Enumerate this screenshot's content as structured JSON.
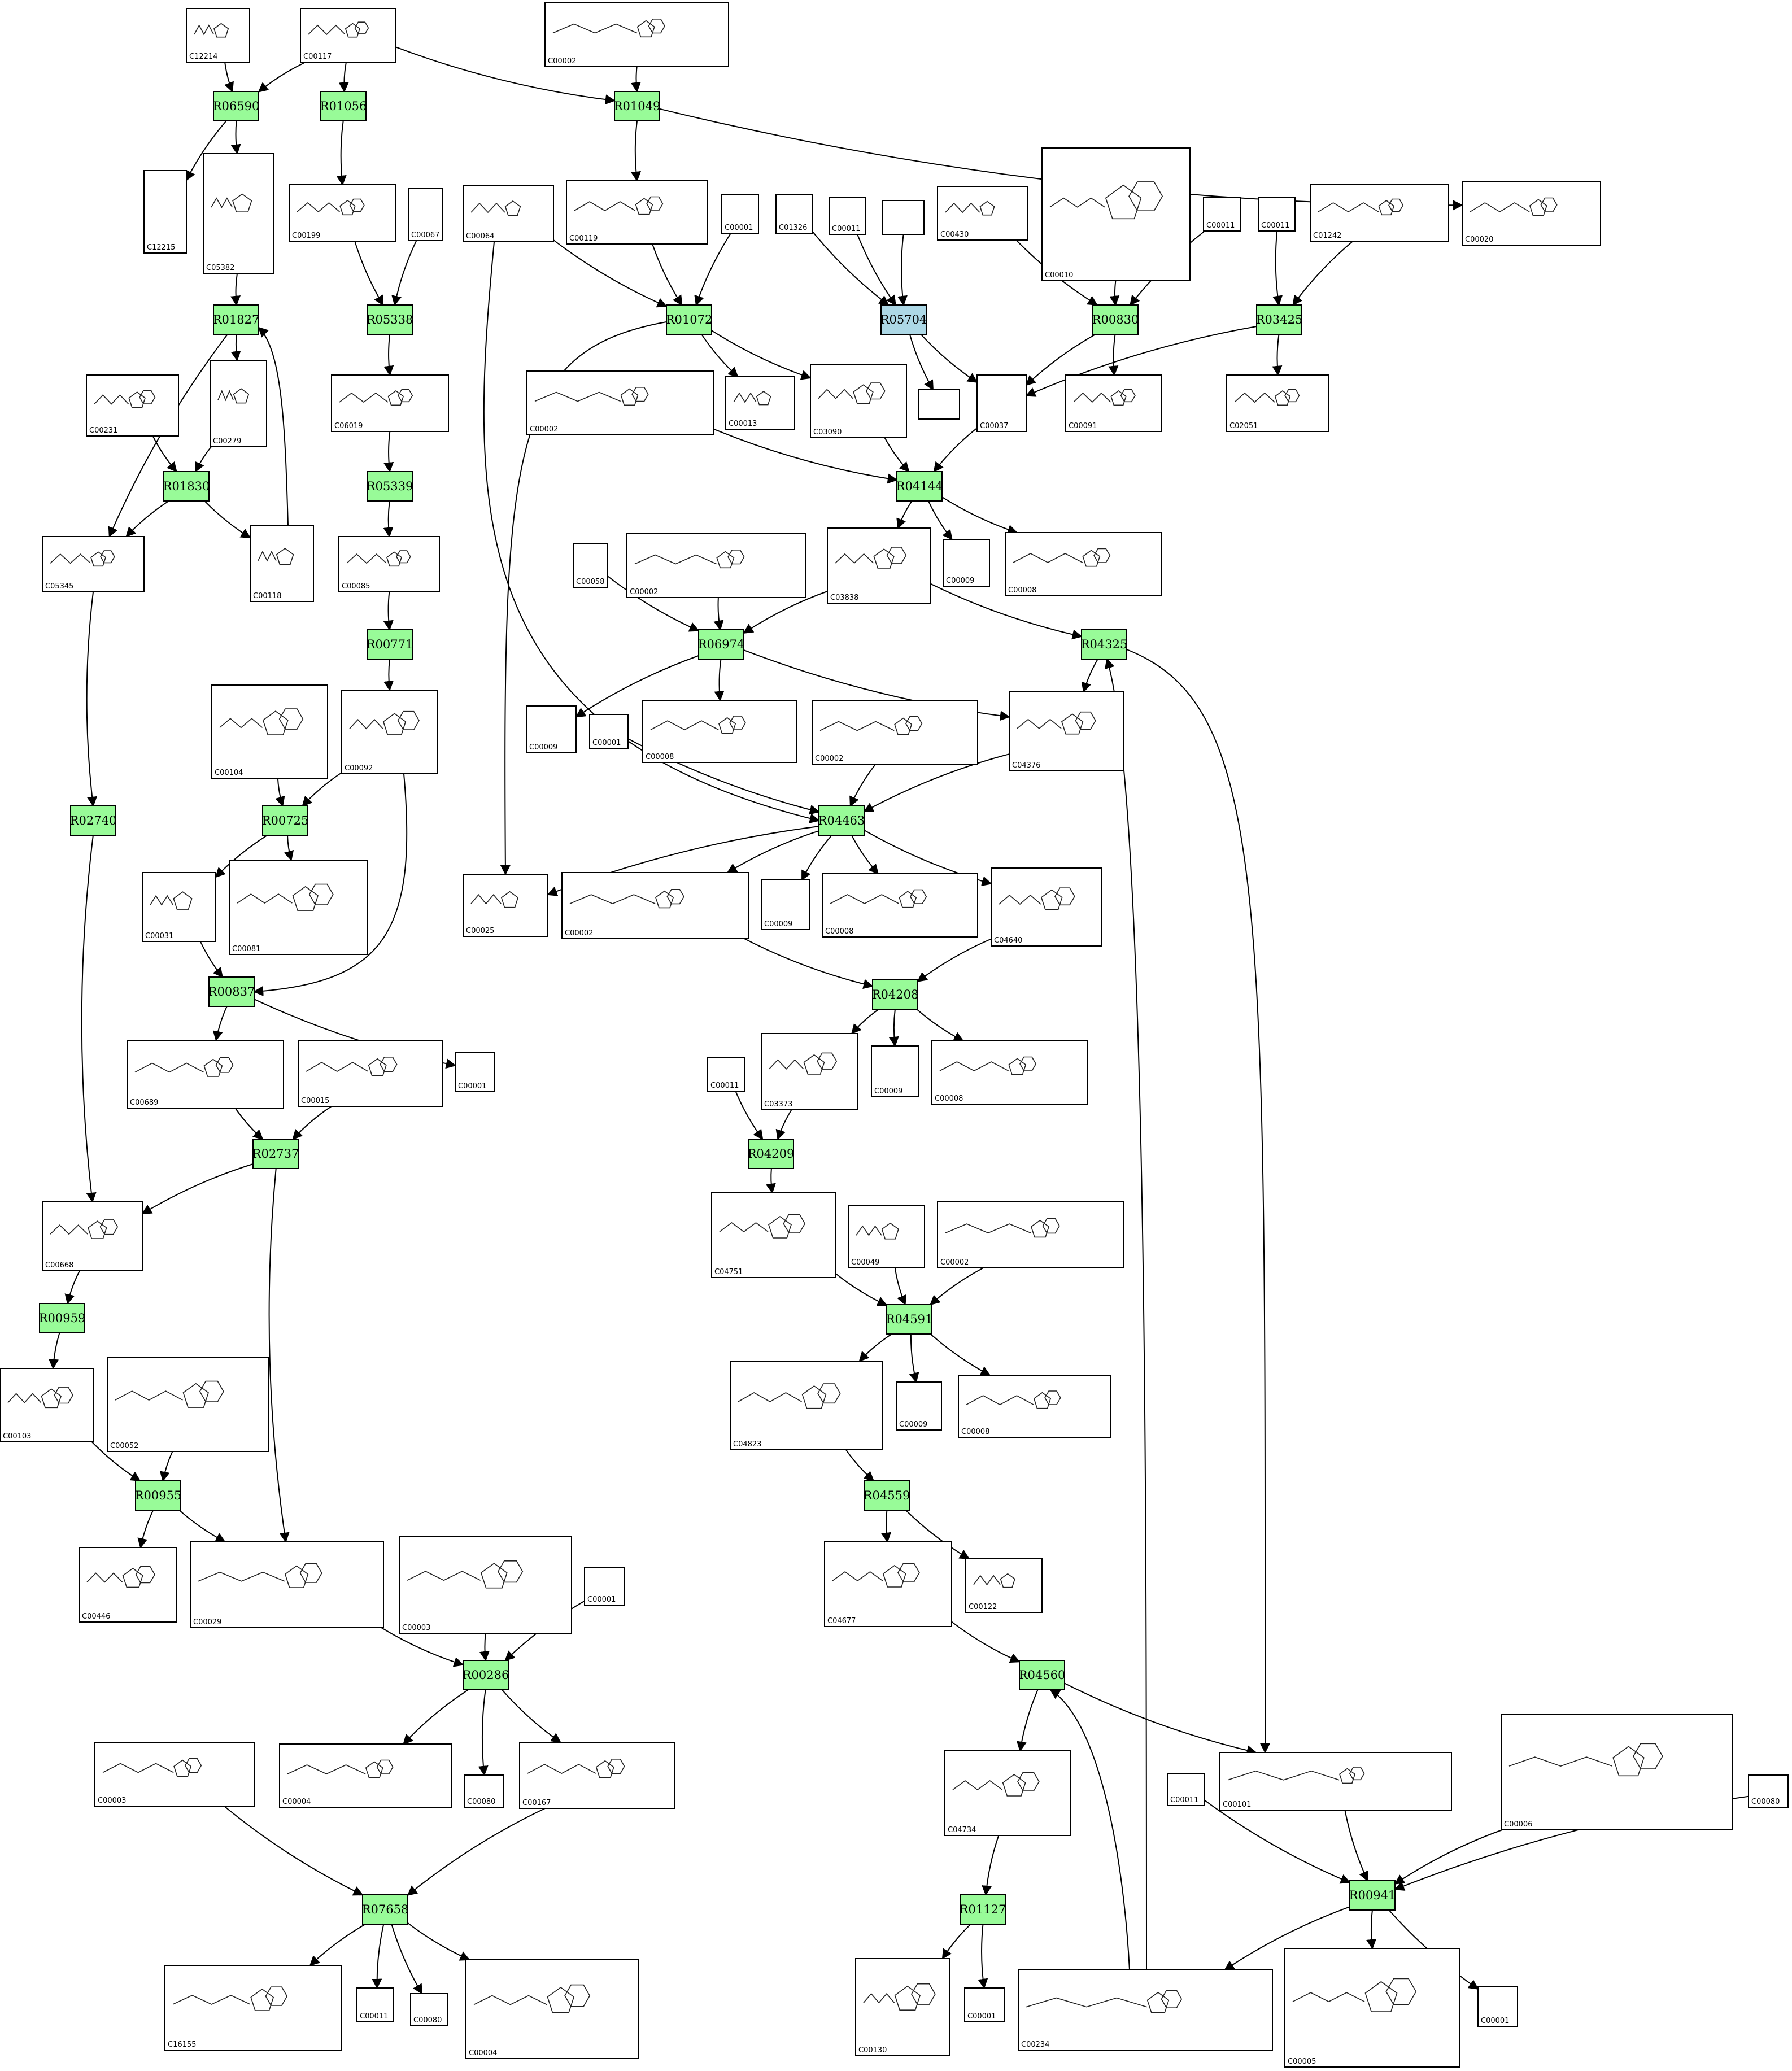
{
  "colors": {
    "reaction": "#98FB98",
    "reaction_special": "#ADD8E6",
    "box_border": "#000000"
  },
  "compounds": [
    {
      "id": "c1",
      "label": "C12214"
    },
    {
      "id": "c2",
      "label": "C00117"
    },
    {
      "id": "c3",
      "label": "C00002"
    },
    {
      "id": "c4",
      "label": "C12215"
    },
    {
      "id": "c5",
      "label": "C05382"
    },
    {
      "id": "c6",
      "label": "C00199"
    },
    {
      "id": "c7",
      "label": "C00067"
    },
    {
      "id": "c8",
      "label": "C00064"
    },
    {
      "id": "c9",
      "label": "C00119"
    },
    {
      "id": "c10",
      "label": "C00001"
    },
    {
      "id": "c11",
      "label": "C01326"
    },
    {
      "id": "c12",
      "label": "C00011"
    },
    {
      "id": "c13",
      "label": ""
    },
    {
      "id": "c14",
      "label": "C00430"
    },
    {
      "id": "c15",
      "label": "C00010"
    },
    {
      "id": "c16",
      "label": "C00011"
    },
    {
      "id": "c17",
      "label": "C00011"
    },
    {
      "id": "c18",
      "label": "C01242"
    },
    {
      "id": "c19",
      "label": "C00020"
    },
    {
      "id": "c20",
      "label": "C00231"
    },
    {
      "id": "c21",
      "label": "C00279"
    },
    {
      "id": "c22",
      "label": "C06019"
    },
    {
      "id": "c23",
      "label": "C00002"
    },
    {
      "id": "c24",
      "label": "C00013"
    },
    {
      "id": "c25",
      "label": "C03090"
    },
    {
      "id": "c26",
      "label": ""
    },
    {
      "id": "c27",
      "label": "C00037"
    },
    {
      "id": "c28",
      "label": "C00091"
    },
    {
      "id": "c29",
      "label": "C02051"
    },
    {
      "id": "c30",
      "label": "C05345"
    },
    {
      "id": "c31",
      "label": "C00118"
    },
    {
      "id": "c32",
      "label": "C00085"
    },
    {
      "id": "c33",
      "label": "C00058"
    },
    {
      "id": "c34",
      "label": "C00002"
    },
    {
      "id": "c35",
      "label": "C03838"
    },
    {
      "id": "c36",
      "label": "C00009"
    },
    {
      "id": "c37",
      "label": "C00008"
    },
    {
      "id": "c38",
      "label": "C00104"
    },
    {
      "id": "c39",
      "label": "C00092"
    },
    {
      "id": "c40",
      "label": "C00009"
    },
    {
      "id": "c41",
      "label": "C00001"
    },
    {
      "id": "c42",
      "label": "C00008"
    },
    {
      "id": "c43",
      "label": "C00002"
    },
    {
      "id": "c44",
      "label": "C04376"
    },
    {
      "id": "c45",
      "label": "C00031"
    },
    {
      "id": "c46",
      "label": "C00081"
    },
    {
      "id": "c47",
      "label": "C00025"
    },
    {
      "id": "c48",
      "label": "C00002"
    },
    {
      "id": "c49",
      "label": "C00009"
    },
    {
      "id": "c50",
      "label": "C00008"
    },
    {
      "id": "c51",
      "label": "C04640"
    },
    {
      "id": "c52",
      "label": "C00689"
    },
    {
      "id": "c53",
      "label": "C00015"
    },
    {
      "id": "c54",
      "label": "C00001"
    },
    {
      "id": "c55",
      "label": "C00011"
    },
    {
      "id": "c56",
      "label": "C03373"
    },
    {
      "id": "c57",
      "label": "C00009"
    },
    {
      "id": "c58",
      "label": "C00008"
    },
    {
      "id": "c59",
      "label": "C00668"
    },
    {
      "id": "c60",
      "label": "C04751"
    },
    {
      "id": "c61",
      "label": "C00049"
    },
    {
      "id": "c62",
      "label": "C00002"
    },
    {
      "id": "c63",
      "label": "C00103"
    },
    {
      "id": "c64",
      "label": "C00052"
    },
    {
      "id": "c65",
      "label": "C04823"
    },
    {
      "id": "c66",
      "label": "C00009"
    },
    {
      "id": "c67",
      "label": "C00008"
    },
    {
      "id": "c68",
      "label": "C00446"
    },
    {
      "id": "c69",
      "label": "C00029"
    },
    {
      "id": "c70",
      "label": "C00003"
    },
    {
      "id": "c71",
      "label": "C00001"
    },
    {
      "id": "c72",
      "label": "C04677"
    },
    {
      "id": "c73",
      "label": "C00122"
    },
    {
      "id": "c74",
      "label": "C00003"
    },
    {
      "id": "c75",
      "label": "C00004"
    },
    {
      "id": "c76",
      "label": "C00080"
    },
    {
      "id": "c77",
      "label": "C00167"
    },
    {
      "id": "c78",
      "label": "C04734"
    },
    {
      "id": "c79",
      "label": "C00011"
    },
    {
      "id": "c80",
      "label": "C00101"
    },
    {
      "id": "c81",
      "label": "C00006"
    },
    {
      "id": "c82",
      "label": "C00080"
    },
    {
      "id": "c83",
      "label": "C16155"
    },
    {
      "id": "c84",
      "label": "C00011"
    },
    {
      "id": "c85",
      "label": "C00080"
    },
    {
      "id": "c86",
      "label": "C00004"
    },
    {
      "id": "c87",
      "label": "C00130"
    },
    {
      "id": "c88",
      "label": "C00001"
    },
    {
      "id": "c89",
      "label": "C00234"
    },
    {
      "id": "c90",
      "label": "C00005"
    },
    {
      "id": "c91",
      "label": "C00001"
    }
  ],
  "reactions": [
    {
      "id": "r1",
      "label": "R06590",
      "special": false
    },
    {
      "id": "r2",
      "label": "R01056",
      "special": false
    },
    {
      "id": "r3",
      "label": "R01049",
      "special": false
    },
    {
      "id": "r4",
      "label": "R01827",
      "special": false
    },
    {
      "id": "r5",
      "label": "R05338",
      "special": false
    },
    {
      "id": "r6",
      "label": "R01072",
      "special": false
    },
    {
      "id": "r7",
      "label": "R05704",
      "special": true
    },
    {
      "id": "r8",
      "label": "R00830",
      "special": false
    },
    {
      "id": "r9",
      "label": "R03425",
      "special": false
    },
    {
      "id": "r10",
      "label": "R01830",
      "special": false
    },
    {
      "id": "r11",
      "label": "R05339",
      "special": false
    },
    {
      "id": "r12",
      "label": "R04144",
      "special": false
    },
    {
      "id": "r13",
      "label": "R00771",
      "special": false
    },
    {
      "id": "r14",
      "label": "R06974",
      "special": false
    },
    {
      "id": "r15",
      "label": "R04325",
      "special": false
    },
    {
      "id": "r16",
      "label": "R02740",
      "special": false
    },
    {
      "id": "r17",
      "label": "R00725",
      "special": false
    },
    {
      "id": "r18",
      "label": "R04463",
      "special": false
    },
    {
      "id": "r19",
      "label": "R00837",
      "special": false
    },
    {
      "id": "r20",
      "label": "R04208",
      "special": false
    },
    {
      "id": "r21",
      "label": "R02737",
      "special": false
    },
    {
      "id": "r22",
      "label": "R04209",
      "special": false
    },
    {
      "id": "r23",
      "label": "R00959",
      "special": false
    },
    {
      "id": "r24",
      "label": "R04591",
      "special": false
    },
    {
      "id": "r25",
      "label": "R00955",
      "special": false
    },
    {
      "id": "r26",
      "label": "R04559",
      "special": false
    },
    {
      "id": "r27",
      "label": "R00286",
      "special": false
    },
    {
      "id": "r28",
      "label": "R04560",
      "special": false
    },
    {
      "id": "r29",
      "label": "R00941",
      "special": false
    },
    {
      "id": "r30",
      "label": "R07658",
      "special": false
    },
    {
      "id": "r31",
      "label": "R01127",
      "special": false
    }
  ]
}
